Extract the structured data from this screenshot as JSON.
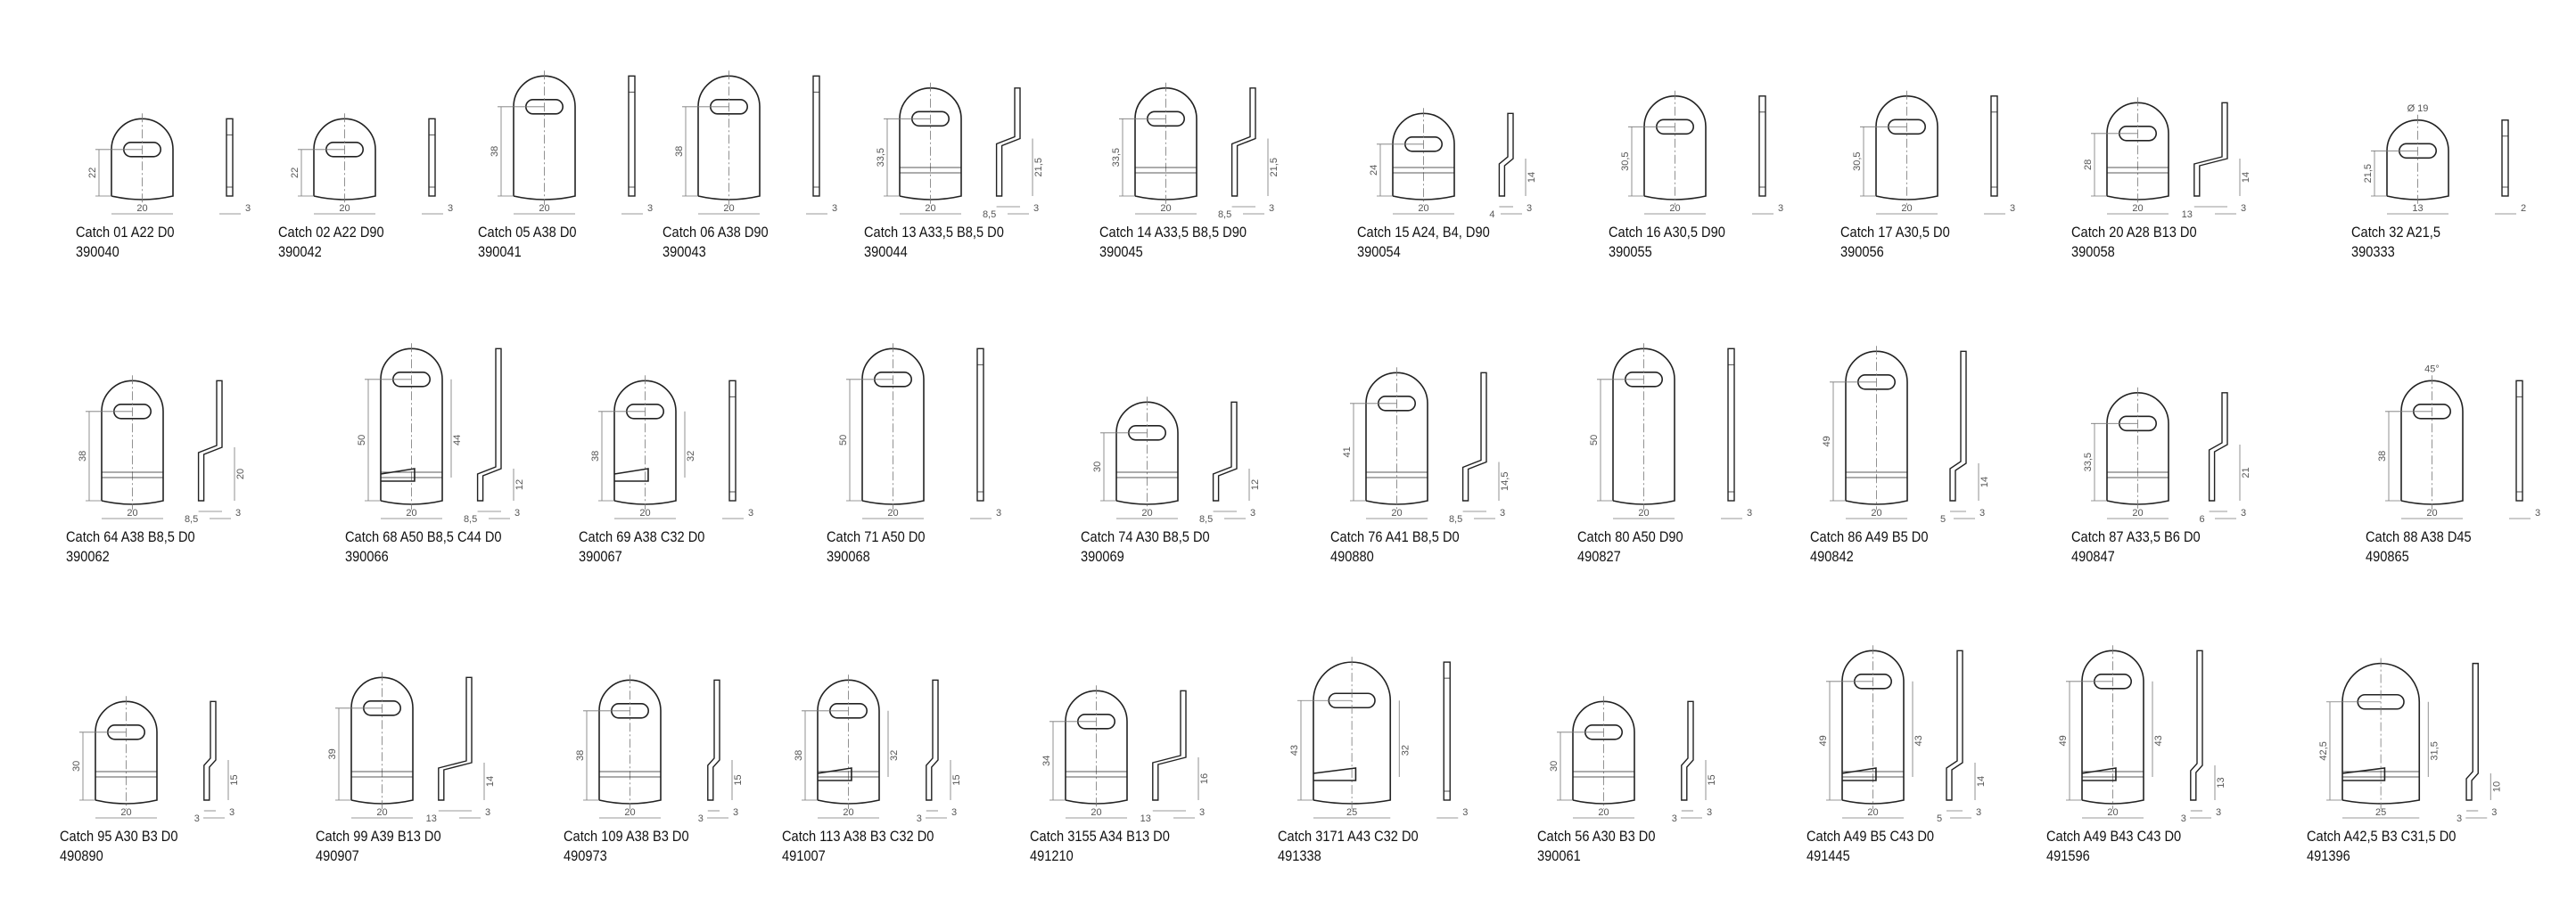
{
  "sheet": {
    "colors": {
      "line": "#222222",
      "dim": "#777777",
      "text": "#111111",
      "background": "#ffffff"
    },
    "rows": [
      [
        {
          "label": "Catch 01 A22 D0",
          "code": "390040",
          "dims": {
            "a": "22",
            "w": "20",
            "t": "3"
          }
        },
        {
          "label": "Catch 02 A22 D90",
          "code": "390042",
          "dims": {
            "a": "22",
            "w": "20",
            "t": "3"
          }
        },
        {
          "label": "Catch 05 A38 D0",
          "code": "390041",
          "dims": {
            "a": "38",
            "w": "20",
            "t": "3"
          }
        },
        {
          "label": "Catch 06 A38 D90",
          "code": "390043",
          "dims": {
            "a": "38",
            "w": "20",
            "t": "3"
          }
        },
        {
          "label": "Catch 13 A33,5 B8,5 D0",
          "code": "390044",
          "dims": {
            "a": "33,5",
            "w": "20",
            "t": "3",
            "h2": "21,5",
            "b": "8,5"
          }
        },
        {
          "label": "Catch 14 A33,5 B8,5 D90",
          "code": "390045",
          "dims": {
            "a": "33,5",
            "w": "20",
            "t": "3",
            "h2": "21,5",
            "b": "8,5"
          }
        },
        {
          "label": "Catch 15 A24, B4, D90",
          "code": "390054",
          "dims": {
            "a": "24",
            "w": "20",
            "t": "3",
            "h2": "14",
            "b": "4"
          }
        },
        {
          "label": "Catch 16 A30,5 D90",
          "code": "390055",
          "dims": {
            "a": "30,5",
            "w": "20",
            "t": "3"
          }
        },
        {
          "label": "Catch 17 A30,5 D0",
          "code": "390056",
          "dims": {
            "a": "30,5",
            "w": "20",
            "t": "3"
          }
        },
        {
          "label": "Catch 20 A28 B13 D0",
          "code": "390058",
          "dims": {
            "a": "28",
            "w": "20",
            "t": "3",
            "h2": "14",
            "b": "13"
          }
        },
        {
          "label": "Catch 32 A21,5",
          "code": "390333",
          "dims": {
            "a": "21,5",
            "w": "13",
            "t": "2",
            "c": "Ø 19"
          }
        }
      ],
      [
        {
          "label": "Catch 64 A38 B8,5 D0",
          "code": "390062",
          "dims": {
            "a": "38",
            "w": "20",
            "t": "3",
            "h2": "20",
            "b": "8,5"
          }
        },
        {
          "label": "Catch 68 A50 B8,5 C44 D0",
          "code": "390066",
          "dims": {
            "a": "50",
            "w": "20",
            "t": "3",
            "h2": "12",
            "b": "8,5",
            "c": "44"
          }
        },
        {
          "label": "Catch 69 A38 C32 D0",
          "code": "390067",
          "dims": {
            "a": "38",
            "w": "20",
            "t": "3",
            "c": "32"
          }
        },
        {
          "label": "Catch 71 A50 D0",
          "code": "390068",
          "dims": {
            "a": "50",
            "w": "20",
            "t": "3"
          }
        },
        {
          "label": "Catch 74 A30 B8,5 D0",
          "code": "390069",
          "dims": {
            "a": "30",
            "w": "20",
            "t": "3",
            "h2": "12",
            "b": "8,5"
          }
        },
        {
          "label": "Catch 76 A41 B8,5 D0",
          "code": "490880",
          "dims": {
            "a": "41",
            "w": "20",
            "t": "3",
            "h2": "14,5",
            "b": "8,5"
          }
        },
        {
          "label": "Catch 80 A50 D90",
          "code": "490827",
          "dims": {
            "a": "50",
            "w": "20",
            "t": "3"
          }
        },
        {
          "label": "Catch 86 A49 B5 D0",
          "code": "490842",
          "dims": {
            "a": "49",
            "w": "20",
            "t": "3",
            "h2": "14",
            "b": "5"
          }
        },
        {
          "label": "Catch 87 A33,5 B6 D0",
          "code": "490847",
          "dims": {
            "a": "33,5",
            "w": "20",
            "t": "3",
            "h2": "21",
            "b": "6"
          }
        },
        {
          "label": "Catch 88 A38 D45",
          "code": "490865",
          "dims": {
            "a": "38",
            "w": "20",
            "t": "3",
            "c": "45°"
          }
        }
      ],
      [
        {
          "label": "Catch 95 A30 B3 D0",
          "code": "490890",
          "dims": {
            "a": "30",
            "w": "20",
            "t": "3",
            "h2": "15",
            "b": "3"
          }
        },
        {
          "label": "Catch 99 A39 B13 D0",
          "code": "490907",
          "dims": {
            "a": "39",
            "w": "20",
            "t": "3",
            "h2": "14",
            "b": "13"
          }
        },
        {
          "label": "Catch 109 A38 B3 D0",
          "code": "490973",
          "dims": {
            "a": "38",
            "w": "20",
            "t": "3",
            "h2": "15",
            "b": "3"
          }
        },
        {
          "label": "Catch 113 A38 B3 C32 D0",
          "code": "491007",
          "dims": {
            "a": "38",
            "w": "20",
            "t": "3",
            "h2": "15",
            "b": "3",
            "c": "32"
          }
        },
        {
          "label": "Catch 3155 A34 B13 D0",
          "code": "491210",
          "dims": {
            "a": "34",
            "w": "20",
            "t": "3",
            "h2": "16",
            "b": "13"
          }
        },
        {
          "label": "Catch 3171 A43 C32 D0",
          "code": "491338",
          "dims": {
            "a": "43",
            "w": "25",
            "t": "3",
            "c": "32"
          }
        },
        {
          "label": "Catch 56 A30 B3 D0",
          "code": "390061",
          "dims": {
            "a": "30",
            "w": "20",
            "t": "3",
            "h2": "15",
            "b": "3"
          }
        },
        {
          "label": "Catch A49 B5 C43 D0",
          "code": "491445",
          "dims": {
            "a": "49",
            "w": "20",
            "t": "3",
            "h2": "14",
            "b": "5",
            "c": "43"
          }
        },
        {
          "label": "Catch A49 B43 C43 D0",
          "code": "491596",
          "dims": {
            "a": "49",
            "w": "20",
            "t": "3",
            "h2": "13",
            "b": "3",
            "c": "43"
          }
        },
        {
          "label": "Catch A42,5 B3 C31,5 D0",
          "code": "491396",
          "dims": {
            "a": "42,5",
            "w": "25",
            "t": "3",
            "h2": "10",
            "b": "3",
            "c": "31,5"
          }
        }
      ]
    ]
  }
}
